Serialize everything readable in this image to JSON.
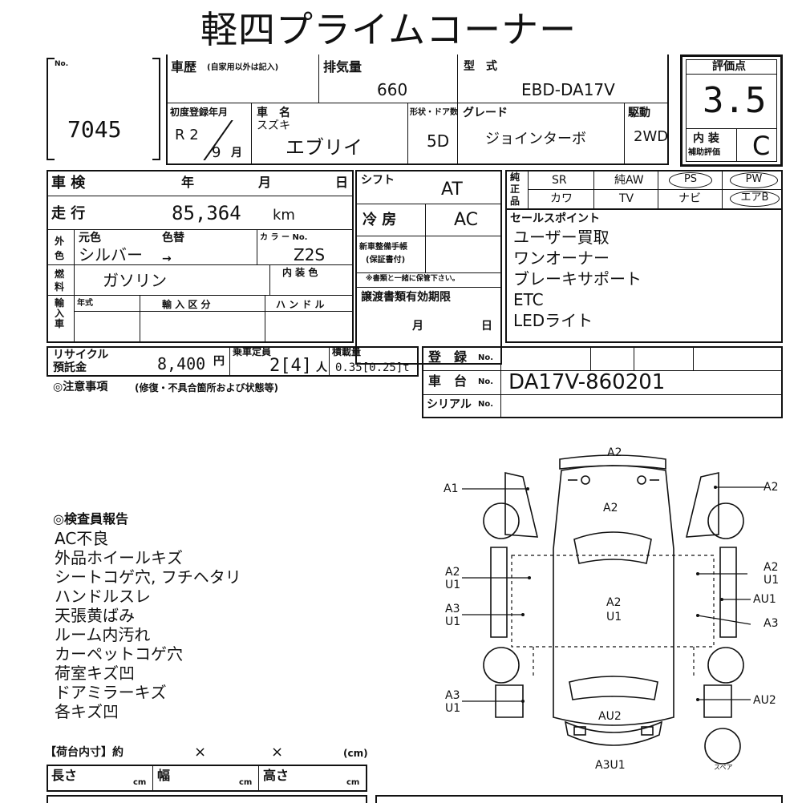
{
  "title": "軽四プライムコーナー",
  "header": {
    "no_label": "No.",
    "lot_no": "7045",
    "history_label": "車歴",
    "history_note": "(自家用以外は記入)",
    "displacement_label": "排気量",
    "displacement": "660",
    "model_label": "型　式",
    "model": "EBD-DA17V",
    "first_reg_label": "初度登録年月",
    "first_reg_era": "R 2",
    "first_reg_month": "9",
    "month_unit": "月",
    "car_name_label": "車　名",
    "maker": "スズキ",
    "car_name": "エブリイ",
    "shape_door_label": "形状・ドア数",
    "doors": "5D",
    "grade_label": "グレード",
    "grade": "ジョインターボ",
    "drive_label": "駆動",
    "drive": "2WD",
    "score_label": "評価点",
    "score": "3.5",
    "interior_label": "内 装",
    "interior_sub_label": "補助評価",
    "interior_score": "C"
  },
  "inspection": {
    "label": "車 検",
    "year_label": "年",
    "month_label": "月",
    "day_label": "日"
  },
  "mileage": {
    "label": "走 行",
    "value": "85,364",
    "unit": "km"
  },
  "color": {
    "section_label": "外色",
    "original_label": "元色",
    "changed_label": "色替",
    "original": "シルバー",
    "arrow": "→",
    "code_label": "カ ラ ー No.",
    "code": "Z2S"
  },
  "fuel": {
    "label": "燃料",
    "value": "ガソリン",
    "interior_color_label": "内 装 色"
  },
  "import": {
    "label": "輸入車",
    "year_label": "年式",
    "category_label": "輸 入 区 分",
    "handle_label": "ハ ン ド ル"
  },
  "shift": {
    "label": "シフト",
    "value": "AT"
  },
  "ac": {
    "label": "冷 房",
    "value": "AC"
  },
  "warranty": {
    "label1": "新車整備手帳",
    "label2": "(保証書付)",
    "note": "※書類と一緒に保管下さい。"
  },
  "transfer": {
    "label": "譲渡書類有効期限",
    "month_label": "月",
    "day_label": "日"
  },
  "equipment": {
    "label": "純正品",
    "row1": [
      "SR",
      "純AW",
      "PS",
      "PW"
    ],
    "row2": [
      "カワ",
      "TV",
      "ナビ",
      "エアB"
    ]
  },
  "sales_points": {
    "label": "セールスポイント",
    "items": [
      "ユーザー買取",
      "ワンオーナー",
      "ブレーキサポート",
      "ETC",
      "LEDライト"
    ]
  },
  "recycle": {
    "label1": "リサイクル",
    "label2": "預託金",
    "value": "8,400",
    "unit": "円",
    "capacity_label": "乗車定員",
    "capacity": "2[4]",
    "capacity_unit": "人",
    "load_label": "積載量",
    "load": "0.35[0.25]t"
  },
  "notes_label": "◎注意事項",
  "notes_sub": "(修復・不具合箇所および状態等)",
  "registration": {
    "reg_label": "登　録",
    "reg_no_label": "No.",
    "chassis_label": "車　台",
    "chassis_no_label": "No.",
    "chassis": "DA17V-860201",
    "serial_label": "シリアル",
    "serial_no_label": "No."
  },
  "inspector": {
    "label": "◎検査員報告",
    "items": [
      "AC不良",
      "外品ホイールキズ",
      "シートコゲ穴, フチヘタリ",
      "ハンドルスレ",
      "天張黄ばみ",
      "ルーム内汚れ",
      "カーペットコゲ穴",
      "荷室キズ凹",
      "ドアミラーキズ",
      "各キズ凹"
    ]
  },
  "cargo": {
    "label": "【荷台内寸】約",
    "x1": "×",
    "x2": "×",
    "unit_paren": "(cm)",
    "length_label": "長さ",
    "width_label": "幅",
    "height_label": "高さ",
    "cm": "cm"
  },
  "diagram": {
    "top": "A2",
    "left_front": "A1",
    "right_front": "A2",
    "hood": "A2",
    "left_mid_a": "A2",
    "left_mid_u": "U1",
    "right_mid_a": "A2",
    "right_mid_u": "U1",
    "right_au1": "AU1",
    "left_rear_a": "A3",
    "left_rear_u": "U1",
    "roof_a": "A2",
    "roof_u": "U1",
    "right_a3": "A3",
    "left_bottom_a": "A3",
    "left_bottom_u": "U1",
    "right_au2": "AU2",
    "rear_center": "AU2",
    "bottom": "A3U1",
    "spare": "スペア"
  }
}
